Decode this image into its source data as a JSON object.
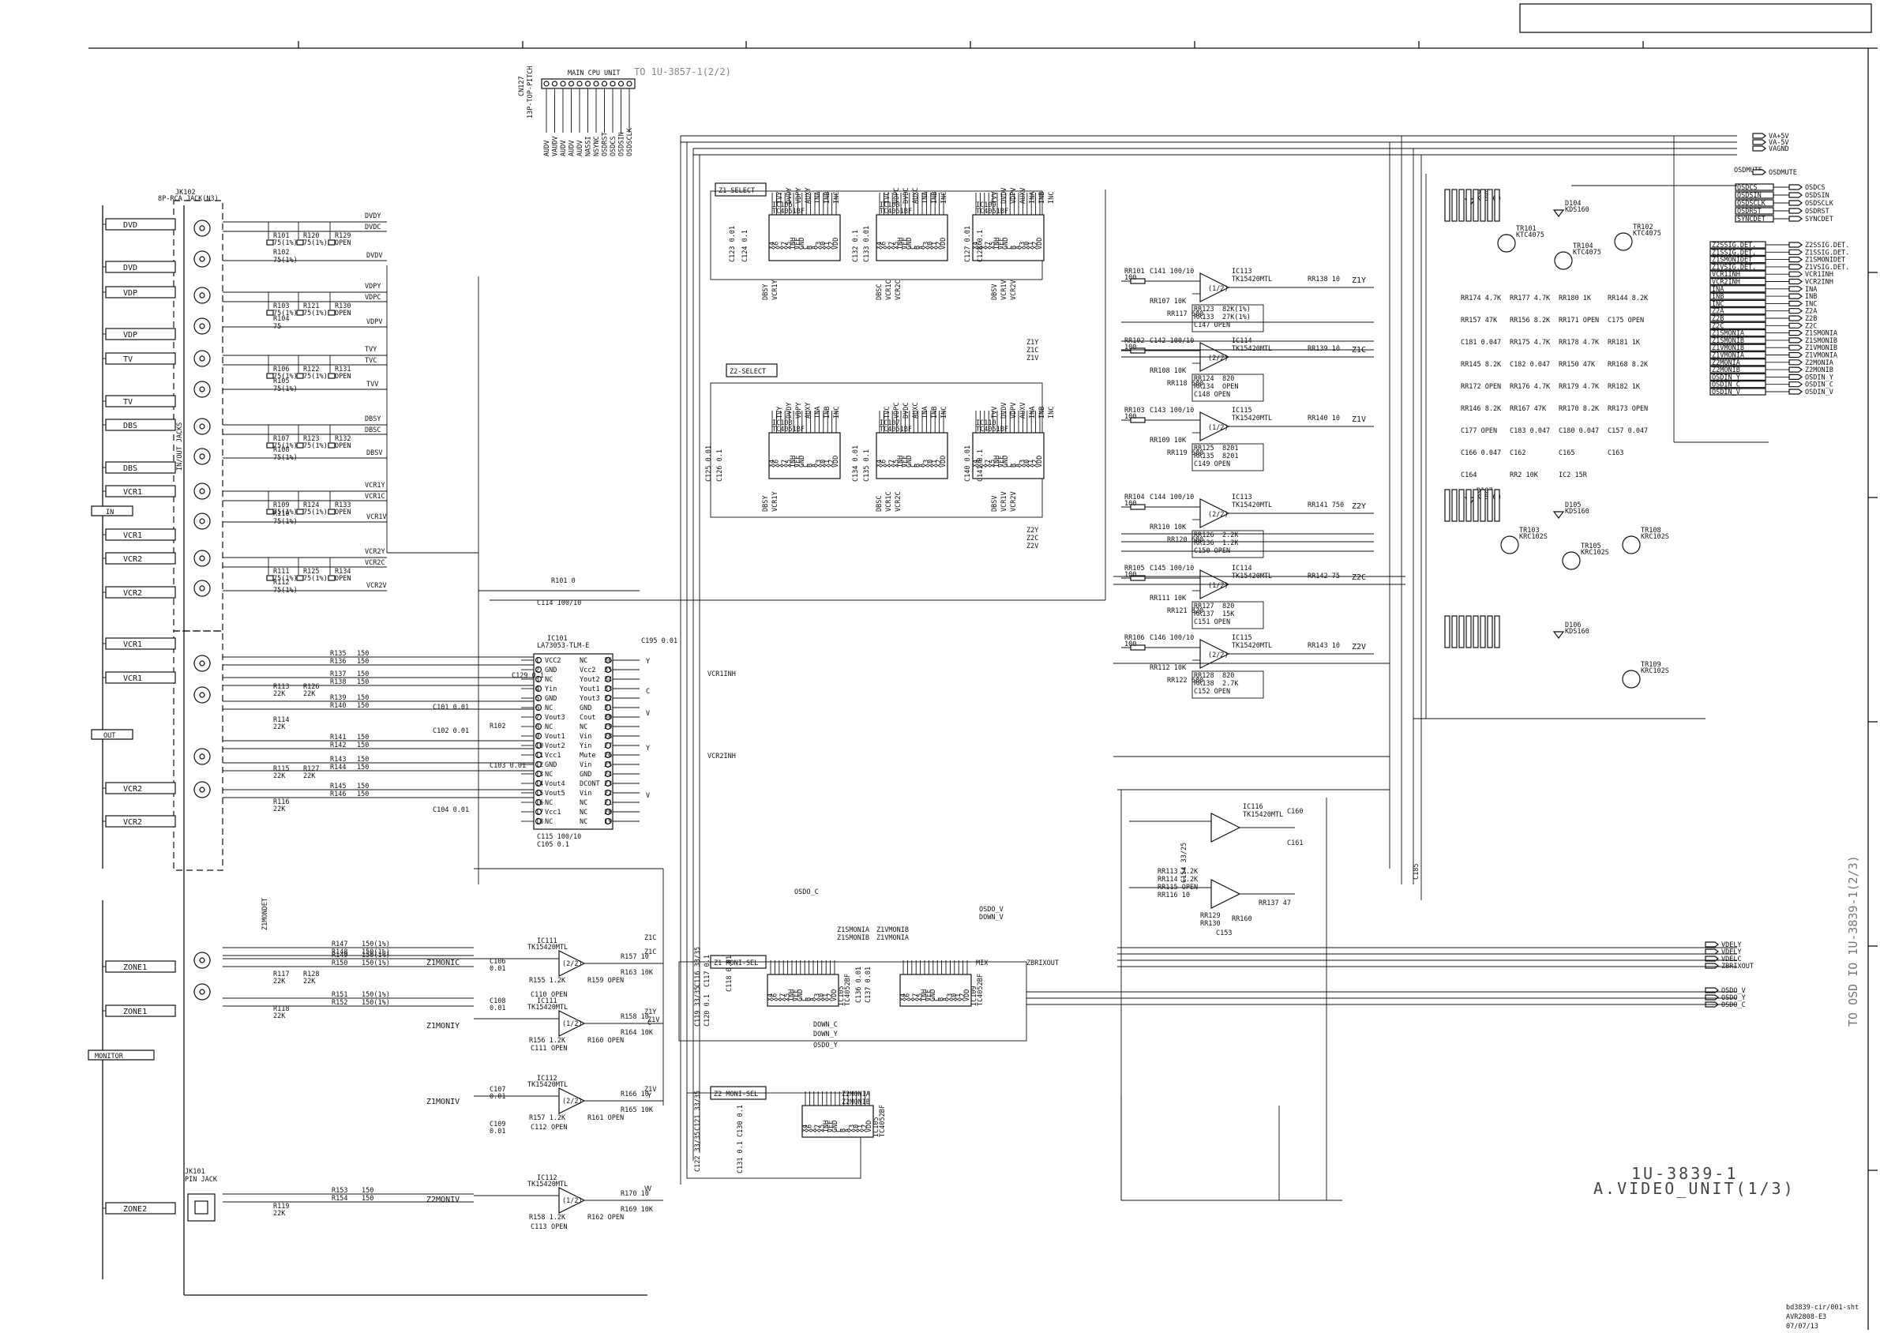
{
  "sheet": {
    "board_id": "1U-3839-1",
    "board_title": "A.VIDEO_UNIT(1/3)",
    "footer_file": "bd3839-cir/001-sht",
    "footer_model": "AVR2808-E3",
    "footer_date": "07/07/13",
    "to_osd": "TO OSD   IO 1U-3839-1(2/3)",
    "from_cpu": "TO 1U-3857-1(2/2)",
    "cpu_unit": "MAIN CPU UNIT",
    "cpu_connector": "CN127",
    "cpu_conn_type": "13P-TOP-PITCH",
    "cpu_pins": [
      "AUDV",
      "VAUDV",
      "AUDV",
      "AUDV",
      "AUDV",
      "NASSI",
      "NSYNC",
      "OSDRST",
      "OSDCS",
      "OSDSIN",
      "OSDSCLK"
    ]
  },
  "jacks": {
    "jk102": "JK102",
    "jk102_type": "8P-RCA JACK(N3)",
    "jk101": "JK101",
    "jk101_type": "PIN JACK",
    "zonomdet": "Z1MONDET",
    "in_out_net": "IN/OUT JACKS",
    "items": [
      "DVD",
      "DVD",
      "VDP",
      "VDP",
      "TV",
      "TV",
      "DBS",
      "DBS",
      "VCR1",
      "VCR1",
      "VCR2",
      "VCR2",
      "VCR1",
      "VCR1",
      "VCR2",
      "VCR2",
      "ZONE1",
      "ZONE1",
      "ZONE2"
    ]
  },
  "groups": {
    "in": "IN",
    "out": "OUT",
    "monitor": "MONITOR"
  },
  "in_resistors": [
    {
      "r1": "R101",
      "r1v": "75(1%)",
      "r2": "R120",
      "r2v": "75(1%)",
      "r3": "R129",
      "r3v": "OPEN",
      "n1": "DVDY",
      "n2": "DVDC"
    },
    {
      "r1": "R103",
      "r1v": "75(1%)",
      "r2": "R121",
      "r2v": "75(1%)",
      "r3": "R130",
      "r3v": "OPEN",
      "n1": "VDPY",
      "n2": "VDPC"
    },
    {
      "r1": "R106",
      "r1v": "75(1%)",
      "r2": "R122",
      "r2v": "75(1%)",
      "r3": "R131",
      "r3v": "OPEN",
      "n1": "TVY",
      "n2": "TVC"
    },
    {
      "r1": "R107",
      "r1v": "75(1%)",
      "r2": "R123",
      "r2v": "75(1%)",
      "r3": "R132",
      "r3v": "OPEN",
      "n1": "DBSY",
      "n2": "DBSC"
    },
    {
      "r1": "R109",
      "r1v": "75(1%)",
      "r2": "R124",
      "r2v": "75(1%)",
      "r3": "R133",
      "r3v": "OPEN",
      "n1": "VCR1Y",
      "n2": "VCR1C"
    },
    {
      "r1": "R111",
      "r1v": "75(1%)",
      "r2": "R125",
      "r2v": "75(1%)",
      "r3": "R134",
      "r3v": "OPEN",
      "n1": "VCR2Y",
      "n2": "VCR2C"
    }
  ],
  "in_singles": [
    {
      "r": "R102",
      "v": "75(1%)",
      "n": "DVDV"
    },
    {
      "r": "R104",
      "v": "75",
      "n": "VDPV"
    },
    {
      "r": "R105",
      "v": "75(1%)",
      "n": "TVV"
    },
    {
      "r": "R108",
      "v": "75(1%)",
      "n": "DBSV"
    },
    {
      "r": "R110",
      "v": "75(1%)",
      "n": "VCR1V"
    },
    {
      "r": "R112",
      "v": "75(1%)",
      "n": "VCR2V"
    }
  ],
  "out_resistors": [
    {
      "a": "R135",
      "b": "R136",
      "v": "150"
    },
    {
      "a": "R137",
      "b": "R138",
      "v": "150"
    },
    {
      "a": "R139",
      "b": "R140",
      "v": "150"
    },
    {
      "a": "R141",
      "b": "R142",
      "v": "150"
    },
    {
      "a": "R143",
      "b": "R144",
      "v": "150"
    },
    {
      "a": "R145",
      "b": "R146",
      "v": "150"
    }
  ],
  "out_pulls": [
    "R113 22K",
    "R126 22K",
    "R114 22K",
    "R115 22K",
    "R127 22K",
    "R116 22K"
  ],
  "ic101": {
    "ref": "IC101",
    "part": "LA73053-TLM-E",
    "left_pins": [
      "1",
      "2",
      "3",
      "4",
      "5",
      "6",
      "7",
      "8",
      "9",
      "10",
      "11",
      "12",
      "13",
      "14",
      "15",
      "16",
      "17",
      "18"
    ],
    "right_pins": [
      "36",
      "35",
      "34",
      "33",
      "32",
      "31",
      "30",
      "29",
      "28",
      "27",
      "26",
      "25",
      "24",
      "23",
      "22",
      "21",
      "20",
      "19"
    ],
    "left_labels": [
      "VCC2",
      "GND",
      "NC",
      "Yin",
      "GND",
      "NC",
      "Vout3",
      "NC",
      "Vout1",
      "Vout2",
      "Vcc1",
      "GND",
      "NC",
      "Vout4",
      "Vout5",
      "NC",
      "Vcc1",
      "NC"
    ],
    "right_labels": [
      "NC",
      "Vcc2",
      "Yout2",
      "Yout1",
      "Yout3",
      "GND",
      "Cout",
      "NC",
      "Vin",
      "Yin",
      "Mute",
      "Vin",
      "GND",
      "DCONT",
      "Vin",
      "NC",
      "NC",
      "NC"
    ],
    "caps": [
      "C114 100/10",
      "C101 0.01",
      "C102 0.01",
      "C103 0.01",
      "C104 0.01",
      "C115 100/10",
      "C105 0.1",
      "C195 0.01",
      "C129 0.1"
    ],
    "r_bias": "R101 0",
    "r_bias2": "R102"
  },
  "selectors": {
    "z1": "Z1-SELECT",
    "z2": "Z2-SELECT",
    "z1mon": "Z1 MONI-SEL",
    "z2mon": "Z2 MONI-SEL",
    "chips": [
      {
        "ref": "IC106",
        "part": "TC4051BF"
      },
      {
        "ref": "IC108",
        "part": "TC4051BF"
      },
      {
        "ref": "IC109",
        "part": "TC4051BF"
      },
      {
        "ref": "IC103",
        "part": "TC4051BF"
      },
      {
        "ref": "IC107",
        "part": "TC4051BF"
      },
      {
        "ref": "IC110",
        "part": "TC4051BF"
      },
      {
        "ref": "IC105",
        "part": "TC4052BF"
      },
      {
        "ref": "IC109",
        "part": "TC4052BF"
      },
      {
        "ref": "IC105",
        "part": "TC4052BF"
      }
    ],
    "chip_pins": [
      "X4",
      "X6",
      "X",
      "X7",
      "X5",
      "INH",
      "VEE",
      "GND",
      "C",
      "B",
      "A",
      "X3",
      "X0",
      "X1",
      "X2",
      "VDD"
    ],
    "top_nets_a": [
      "TVY",
      "DVDY",
      "VDPY",
      "AUXY",
      "INA",
      "INB",
      "INC"
    ],
    "top_nets_b": [
      "TVC",
      "VDPC",
      "DVDC",
      "AUXC",
      "INA",
      "INB",
      "INC"
    ],
    "top_nets_c": [
      "TVV",
      "DVDV",
      "VDPV",
      "AUXV",
      "INA",
      "INB",
      "INC"
    ],
    "bot_nets_a": [
      "DBSY",
      "VCR1Y"
    ],
    "bot_nets_b": [
      "DBSC",
      "VCR1C",
      "VCR2C"
    ],
    "bot_nets_c": [
      "DBSV",
      "VCR1V",
      "VCR2V"
    ],
    "caps_z1": [
      "C123 0.01",
      "C124 0.1",
      "C132 0.1",
      "C133 0.01",
      "C127 0.01",
      "C128 0.1"
    ],
    "caps_z2": [
      "C125 0.01",
      "C126 0.1",
      "C134 0.01",
      "C135 0.1",
      "C140 0.01",
      "C141 0.1"
    ]
  },
  "amps": [
    {
      "ref": "IC113",
      "part": "TK15420MTL",
      "half": "(1/2)",
      "r_in": "RR101",
      "r_inv": "100",
      "c": "C141 100/10",
      "r_a": "RR107 10K",
      "r_b": "RR117 680",
      "r_c": "RR123",
      "r_cv": "82K(1%)",
      "r_d": "RR133",
      "r_dv": "27K(1%)",
      "c_b": "C147 OPEN",
      "ro": "RR138 10",
      "net": "Z1Y"
    },
    {
      "ref": "IC114",
      "part": "TK15420MTL",
      "half": "(2/2)",
      "r_in": "RR102",
      "r_inv": "100",
      "c": "C142 100/10",
      "r_a": "RR108 10K",
      "r_b": "RR118 680",
      "r_c": "RR124",
      "r_cv": "820",
      "r_d": "RR134",
      "r_dv": "OPEN",
      "c_b": "C148 OPEN",
      "ro": "RR139 10",
      "net": "Z1C"
    },
    {
      "ref": "IC115",
      "part": "TK15420MTL",
      "half": "(1/2)",
      "r_in": "RR103",
      "r_inv": "100",
      "c": "C143 100/10",
      "r_a": "RR109 10K",
      "r_b": "RR119 680",
      "r_c": "RR125",
      "r_cv": "8201",
      "r_d": "RR135",
      "r_dv": "8201",
      "c_b": "C149 OPEN",
      "ro": "RR140 10",
      "net": "Z1V"
    },
    {
      "ref": "IC113",
      "part": "TK15420MTL",
      "half": "(2/2)",
      "r_in": "RR104",
      "r_inv": "100",
      "c": "C144 100/10",
      "r_a": "RR110 10K",
      "r_b": "RR120 680",
      "r_c": "RR126",
      "r_cv": "2.2K",
      "r_d": "RR136",
      "r_dv": "1.2K",
      "c_b": "C150 OPEN",
      "ro": "RR141 750",
      "net": "Z2Y"
    },
    {
      "ref": "IC114",
      "part": "TK15420MTL",
      "half": "(1/2)",
      "r_in": "RR105",
      "r_inv": "100",
      "c": "C145 100/10",
      "r_a": "RR111 10K",
      "r_b": "RR121 820",
      "r_c": "RR127",
      "r_cv": "820",
      "r_d": "RR137",
      "r_dv": "15K",
      "c_b": "C151 OPEN",
      "ro": "RR142 75",
      "net": "Z2C"
    },
    {
      "ref": "IC115",
      "part": "TK15420MTL",
      "half": "(2/2)",
      "r_in": "RR106",
      "r_inv": "100",
      "c": "C146 100/10",
      "r_a": "RR112 10K",
      "r_b": "RR122 680",
      "r_c": "RR128",
      "r_cv": "820",
      "r_d": "RR138",
      "r_dv": "2.7K",
      "c_b": "C152 OPEN",
      "ro": "RR143 10",
      "net": "Z2V"
    }
  ],
  "osd_amp": {
    "ref": "IC116",
    "part": "TK15420MTL",
    "rs": [
      "RR113 2.2K",
      "RR114 1.2K",
      "RR115 OPEN",
      "RR116 10",
      "RR129",
      "RR130",
      "RR137 47",
      "RR160"
    ],
    "caps": [
      "C160",
      "C161",
      "C153",
      "C154 33/25",
      "C185"
    ]
  },
  "right_block": {
    "top_nets": [
      "VA+5V",
      "VA-5V",
      "VAGND"
    ],
    "mute": "OSDMUTE",
    "osd_ctrl": [
      "OSDCS",
      "OSDSIN",
      "OSDSCLK",
      "OSDRST",
      "SYNCDET"
    ],
    "osd_ctrl_out": [
      "OSDCS",
      "OSDSIN",
      "OSDSCLK",
      "OSDRST",
      "SYNCDET"
    ],
    "sig_det": [
      "Z2SSIG.DET.",
      "Z1SSIG.DET.",
      "Z1SMONIDET",
      "Z1VSIG.DET.",
      "VCR1INH",
      "VCR2INH",
      "INA",
      "INB",
      "INC",
      "Z2A",
      "Z2B",
      "Z2C",
      "Z1SMONIA",
      "Z1SMONIB",
      "Z1VMONIB",
      "Z1VMONIA",
      "Z2MONIA",
      "Z2MONIB",
      "OSDIN_Y",
      "OSDIN_C",
      "OSDIN_V"
    ],
    "sig_det_out": [
      "Z2SSIG.DET.",
      "Z1SSIG.DET.",
      "Z1SMONIDET",
      "Z1VSIG.DET.",
      "VCR1INH",
      "VCR2INH",
      "INA",
      "INB",
      "INC",
      "Z2A",
      "Z2B",
      "Z2C",
      "Z1SMONIA",
      "Z1SMONIB",
      "Z1VMONIB",
      "Z1VMONIA",
      "Z2MONIA",
      "Z2MONIB",
      "OSDIN_Y",
      "OSDIN_C",
      "OSDIN_V"
    ],
    "bottom_out": [
      "VDELY",
      "VDELY",
      "VDELC",
      "ZBRIXOUT"
    ],
    "osdo_out": [
      "OSDO_V",
      "OSDO_Y",
      "OSDO_C"
    ],
    "transistors": [
      {
        "ref": "TR101",
        "part": "KTC4075"
      },
      {
        "ref": "TR104",
        "part": "KTC4075"
      },
      {
        "ref": "TR102",
        "part": "KTC4075"
      },
      {
        "ref": "TR103",
        "part": "KRC102S"
      },
      {
        "ref": "TR105",
        "part": "KRC102S"
      },
      {
        "ref": "TR108",
        "part": "KRC102S"
      },
      {
        "ref": "TR109",
        "part": "KRC102S"
      }
    ],
    "diodes": [
      "D104 KDS160",
      "D105 KDS160",
      "D106 KDS160",
      "D103 KDS160",
      "D107 KDS160"
    ],
    "r_misc": [
      "RR174 4.7K",
      "RR177 4.7K",
      "RR180 1K",
      "RR144 8.2K",
      "RR157 47K",
      "RR156 8.2K",
      "RR171 OPEN",
      "C175 OPEN",
      "C181 0.047",
      "RR175 4.7K",
      "RR178 4.7K",
      "RR181 1K",
      "RR145 8.2K",
      "C182 0.047",
      "RR150 47K",
      "RR168 8.2K",
      "RR172 OPEN",
      "RR176 4.7K",
      "RR179 4.7K",
      "RR182 1K",
      "RR146 8.2K",
      "RR167 47K",
      "RR170 8.2K",
      "RR173 OPEN",
      "C177 OPEN",
      "C183 0.047",
      "C180 0.047",
      "C157 0.047",
      "C166 0.047",
      "C162",
      "C165",
      "C163",
      "C164",
      "RR2 10K",
      "IC2 15R"
    ]
  },
  "monitor": {
    "z1monic": "Z1MONIC",
    "z1moniy": "Z1MONIY",
    "z1moniv": "Z1MONIV",
    "z2moniv": "Z2MONIV",
    "res_pairs": [
      {
        "a": "R147",
        "b": "R148",
        "v": "150(1%)"
      },
      {
        "a": "R149",
        "b": "R150",
        "v": "150(1%)"
      },
      {
        "a": "R151",
        "b": "R152",
        "v": "150(1%)"
      },
      {
        "a": "R153",
        "b": "R154",
        "v": "150"
      }
    ],
    "pull": [
      "R117 22K",
      "R128 22K",
      "R118 22K",
      "R119 22K"
    ],
    "caps": [
      "C106 0.01",
      "C108 0.01",
      "C107 0.01",
      "C109 0.01",
      "C110 OPEN",
      "C111 OPEN",
      "C112 OPEN",
      "C113 OPEN"
    ],
    "amps": [
      {
        "ref": "IC111",
        "part": "TK15420MTL",
        "half": "(2/2)",
        "r1": "R155 1.2K",
        "r2": "R159 OPEN",
        "r3": "R157 10",
        "r4": "R163 10K",
        "net": "Z1C"
      },
      {
        "ref": "IC111",
        "part": "TK15420MTL",
        "half": "(1/2)",
        "r1": "R156 1.2K",
        "r2": "R160 OPEN",
        "r3": "R158 10",
        "r4": "R164 10K",
        "net": "Z1Y"
      },
      {
        "ref": "IC112",
        "part": "TK15420MTL",
        "half": "(2/2)",
        "r1": "R157 1.2K",
        "r2": "R161 OPEN",
        "r3": "R166 10",
        "r4": "R165 10K",
        "net": "Z1V"
      },
      {
        "ref": "IC112",
        "part": "TK15420MTL",
        "half": "(1/2)",
        "r1": "R158 1.2K",
        "r2": "R162 OPEN",
        "r3": "R170 10",
        "r4": "R169 10K",
        "net": "V"
      }
    ],
    "mon_nets": [
      "OSDO_C",
      "Z1SMONIA",
      "Z1VMONIB",
      "Z1SMONIB",
      "Z1VMONIA",
      "OSDO_V",
      "DOWN_V",
      "OSDO_Y",
      "DOWN_Y",
      "DOWN_C",
      "Z2MONIA",
      "Z2MONIB",
      "MIX",
      "ZBRIXOUT"
    ],
    "mon_caps": [
      "C116 33/35",
      "C117 0.1",
      "C118 0.01",
      "C119 33/35",
      "C120 0.1",
      "C121 33/35",
      "C122 33/35",
      "C130 0.1",
      "C131 0.1",
      "C136 0.01",
      "C137 0.01"
    ]
  },
  "net_labels": [
    "Z1Y",
    "Z1C",
    "Z1V",
    "Z2Y",
    "Z2C",
    "Z2V",
    "Z1V",
    "Z1C",
    "Y",
    "C",
    "V",
    "VCR1INH",
    "VCR2INH"
  ]
}
